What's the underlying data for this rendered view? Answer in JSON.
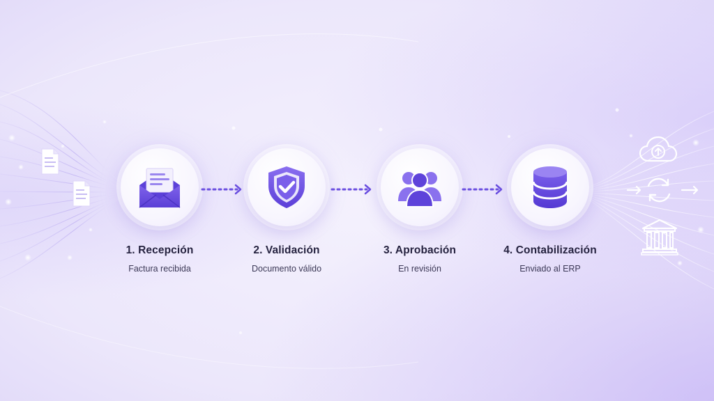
{
  "steps": [
    {
      "title": "1. Recepción",
      "subtitle": "Factura recibida",
      "icon": "envelope-icon"
    },
    {
      "title": "2. Validación",
      "subtitle": "Documento válido",
      "icon": "shield-check-icon"
    },
    {
      "title": "3. Aprobación",
      "subtitle": "En revisión",
      "icon": "users-icon"
    },
    {
      "title": "4. Contabilización",
      "subtitle": "Enviado al ERP",
      "icon": "database-icon"
    }
  ],
  "left_icons": [
    "document-icon",
    "document-icon"
  ],
  "right_icons": [
    "cloud-upload-icon",
    "sync-icon",
    "bank-icon"
  ],
  "colors": {
    "accent": "#6a4ee0",
    "accent_light": "#8f78ee",
    "background": "#efebfc",
    "text": "#262340"
  }
}
